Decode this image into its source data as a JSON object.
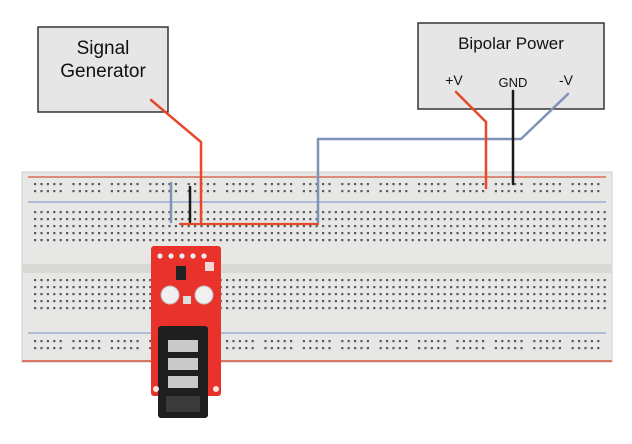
{
  "signal_generator": {
    "label_line1": "Signal",
    "label_line2": "Generator"
  },
  "bipolar_power": {
    "title": "Bipolar Power",
    "pos_label": "+V",
    "gnd_label": "GND",
    "neg_label": "-V"
  },
  "colors": {
    "box_fill": "#e6e6e6",
    "box_stroke": "#333333",
    "wire_red": "#e8482a",
    "wire_black": "#1a1a1a",
    "wire_blue": "#7f93b8",
    "breadboard": "#e7e7e5",
    "rail_red": "#d9533c",
    "rail_blue": "#8ea3cf",
    "board_red": "#e8322b"
  }
}
